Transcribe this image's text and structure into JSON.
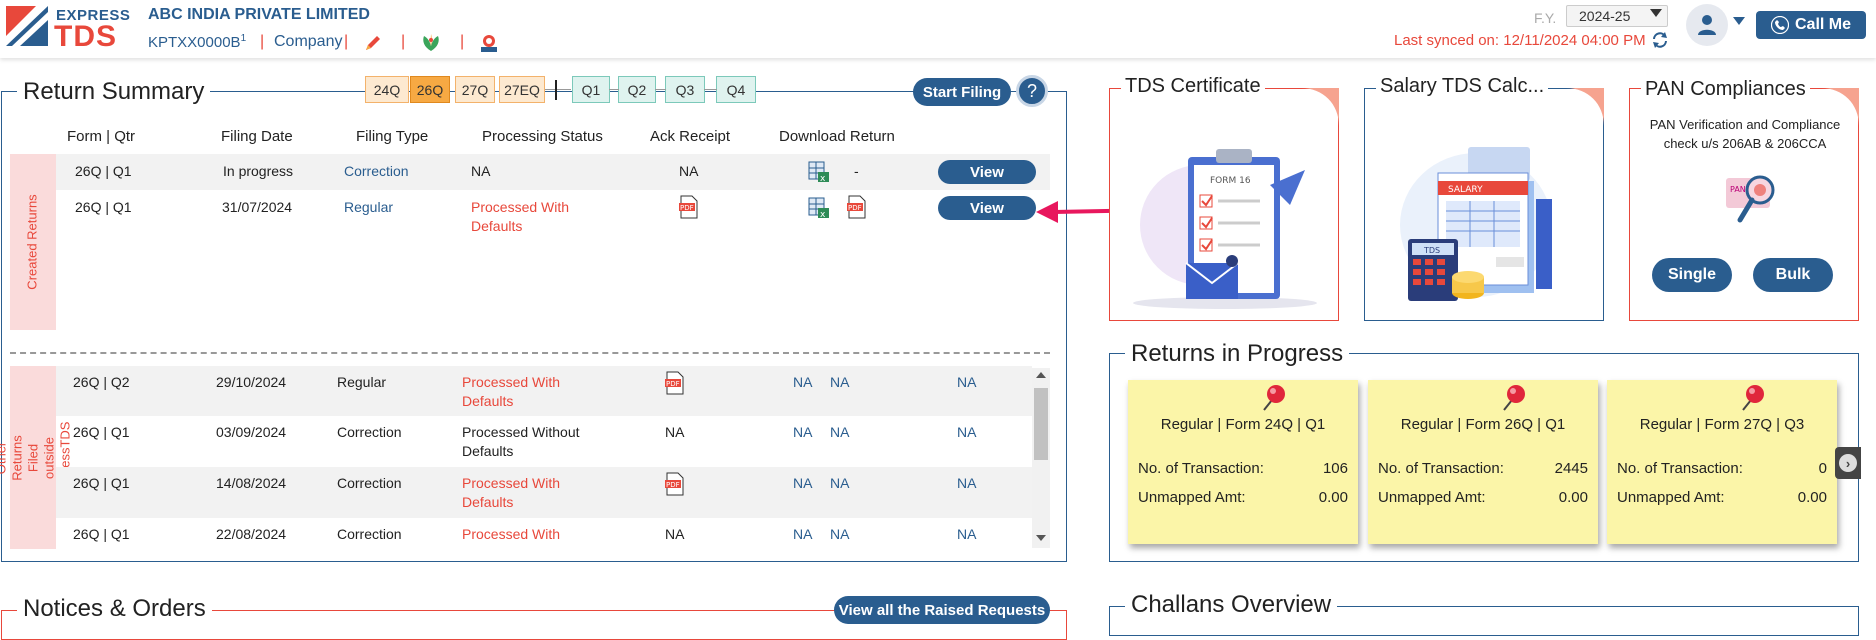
{
  "header": {
    "logo_express": "EXPRESS",
    "logo_tds": "TDS",
    "company_name": "ABC INDIA PRIVATE LIMITED",
    "tan": "KPTXX0000B",
    "tan_sup": "1",
    "company_link": "Company",
    "sep": "|",
    "fy_label": "F.Y.",
    "fy_value": "2024-25",
    "last_synced": "Last synced on: 12/11/2024 04:00 PM",
    "call_me": "Call Me",
    "icons": [
      "pencil-icon",
      "leaf-icon",
      "certificate-icon",
      "sync-icon",
      "user-icon",
      "phone-icon"
    ]
  },
  "return_summary": {
    "title": "Return Summary",
    "form_chips": [
      "24Q",
      "26Q",
      "27Q",
      "27EQ"
    ],
    "active_form": "26Q",
    "qtr_chips": [
      "Q1",
      "Q2",
      "Q3",
      "Q4"
    ],
    "start_filing": "Start Filing",
    "help": "?",
    "columns": [
      "Form | Qtr",
      "Filing Date",
      "Filing Type",
      "Processing Status",
      "Ack Receipt",
      "Download Return"
    ],
    "created_label": "Created Returns",
    "created_rows": [
      {
        "form_qtr": "26Q | Q1",
        "date": "In progress",
        "type": "Correction",
        "status": "NA",
        "ack": "NA",
        "dl_extra": "-",
        "view": "View"
      },
      {
        "form_qtr": "26Q | Q1",
        "date": "31/07/2024",
        "type": "Regular",
        "status": "Processed With Defaults",
        "ack": "",
        "dl_extra": "",
        "view": "View"
      }
    ],
    "other_label": "Other Returns Filed outside ExpressTDS",
    "other_rows": [
      {
        "form_qtr": "26Q | Q2",
        "date": "29/10/2024",
        "type": "Regular",
        "status": "Processed With Defaults",
        "ack": "",
        "c1": "NA",
        "c2": "NA",
        "c3": "NA"
      },
      {
        "form_qtr": "26Q | Q1",
        "date": "03/09/2024",
        "type": "Correction",
        "status": "Processed Without Defaults",
        "ack": "NA",
        "c1": "NA",
        "c2": "NA",
        "c3": "NA"
      },
      {
        "form_qtr": "26Q | Q1",
        "date": "14/08/2024",
        "type": "Correction",
        "status": "Processed With Defaults",
        "ack": "",
        "c1": "NA",
        "c2": "NA",
        "c3": "NA"
      },
      {
        "form_qtr": "26Q | Q1",
        "date": "22/08/2024",
        "type": "Correction",
        "status": "Processed With",
        "ack": "NA",
        "c1": "NA",
        "c2": "NA",
        "c3": "NA"
      }
    ]
  },
  "cards": {
    "tds_certificate": "TDS Certificate",
    "form16_label": "FORM 16",
    "salary_calc": "Salary TDS Calc...",
    "salary_label": "SALARY",
    "tds_label": "TDS",
    "pan_title": "PAN Compliances",
    "pan_desc": "PAN Verification and Compliance check u/s 206AB & 206CCA",
    "pan_card_label": "PAN",
    "single": "Single",
    "bulk": "Bulk"
  },
  "returns_in_progress": {
    "title": "Returns in Progress",
    "txn_label": "No. of Transaction:",
    "unmapped_label": "Unmapped Amt:",
    "items": [
      {
        "title": "Regular | Form 24Q | Q1",
        "txn": "106",
        "amt": "0.00"
      },
      {
        "title": "Regular | Form 26Q | Q1",
        "txn": "2445",
        "amt": "0.00"
      },
      {
        "title": "Regular | Form 27Q | Q3",
        "txn": "0",
        "amt": "0.00"
      }
    ]
  },
  "notices": {
    "title": "Notices & Orders",
    "view_all": "View all the Raised Requests"
  },
  "challans": {
    "title": "Challans Overview"
  },
  "colors": {
    "primary": "#2a5d8f",
    "accent": "#e8483b",
    "active_chip": "#f7a943",
    "sticky": "#fbf5a8"
  }
}
